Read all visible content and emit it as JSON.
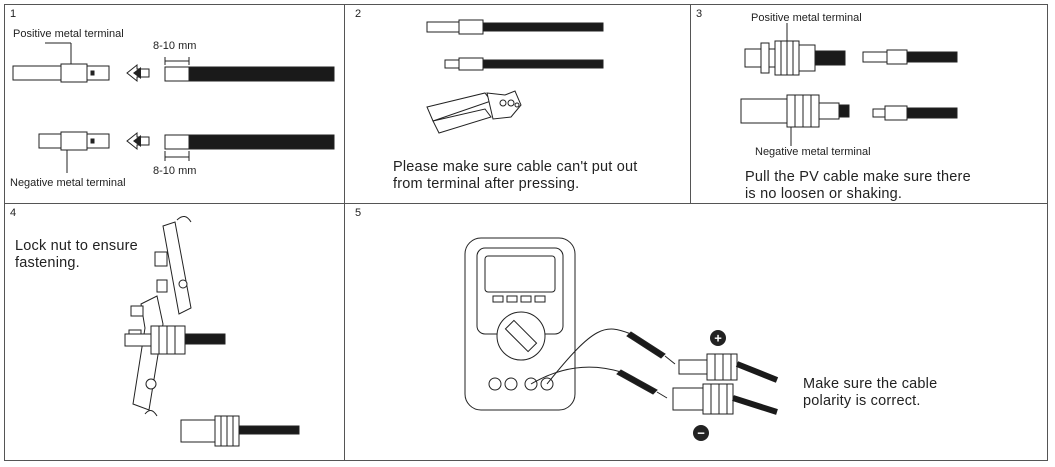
{
  "steps": [
    {
      "number": "1",
      "positive_label": "Positive metal terminal",
      "strip_top": "8-10 mm",
      "strip_bottom": "8-10 mm",
      "negative_label": "Negative metal terminal"
    },
    {
      "number": "2",
      "caption_line1": "Please make sure cable can't put out",
      "caption_line2": "from terminal after pressing."
    },
    {
      "number": "3",
      "positive_label": "Positive metal terminal",
      "negative_label": "Negative metal terminal",
      "caption_line1": "Pull the PV cable make sure there",
      "caption_line2": "is no loosen or shaking."
    },
    {
      "number": "4",
      "caption_line1": "Lock nut to ensure",
      "caption_line2": "fastening."
    },
    {
      "number": "5",
      "plus_symbol": "+",
      "minus_symbol": "−",
      "caption_line1": "Make sure the cable",
      "caption_line2": "polarity is correct."
    }
  ]
}
